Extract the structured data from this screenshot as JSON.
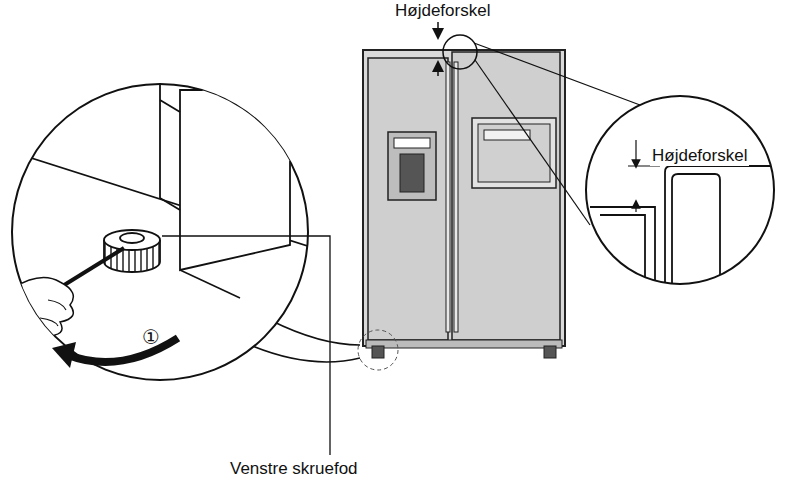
{
  "diagram": {
    "labels": [
      "Højdeforskel",
      "Højdeforskel",
      "Venstre skruefod",
      "①"
    ]
  }
}
